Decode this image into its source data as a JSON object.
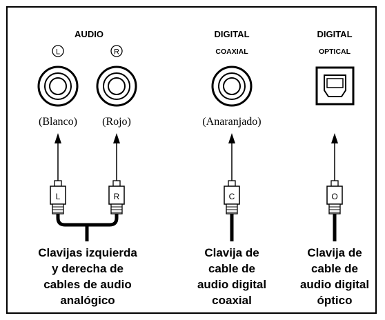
{
  "audio": {
    "title": "AUDIO",
    "left_marker": "L",
    "right_marker": "R",
    "left_color": "(Blanco)",
    "right_color": "(Rojo)",
    "plug_left": "L",
    "plug_right": "R",
    "caption": [
      "Clavijas izquierda",
      "y derecha de",
      "cables de audio",
      "analógico"
    ]
  },
  "coaxial": {
    "title": "DIGITAL",
    "subtitle": "COAXIAL",
    "color": "(Anaranjado)",
    "plug": "C",
    "caption": [
      "Clavija de",
      "cable de",
      "audio digital",
      "coaxial"
    ]
  },
  "optical": {
    "title": "DIGITAL",
    "subtitle": "OPTICAL",
    "plug": "O",
    "caption": [
      "Clavija de",
      "cable de",
      "audio digital",
      "óptico"
    ]
  },
  "colors": {
    "line": "#000000",
    "background": "#ffffff"
  }
}
